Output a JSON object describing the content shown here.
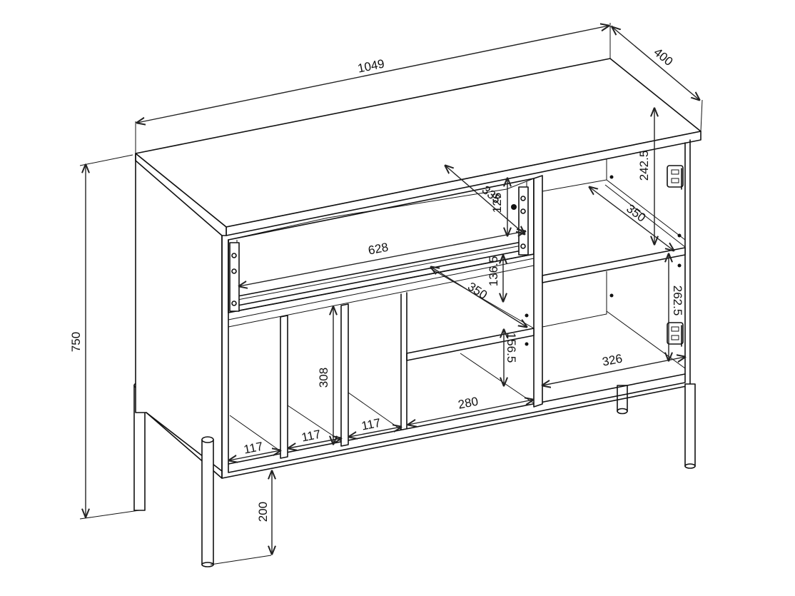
{
  "dimensions": {
    "width": "1049",
    "depth": "400",
    "height": "750",
    "leg_height": "200",
    "top_drawer_depth": "335",
    "top_drawer_height": "126",
    "drawer_width": "628",
    "shelf_height_1": "136.5",
    "middle_shelf_depth": "350",
    "middle_shelf_height": "156.5",
    "right_upper_height": "242.5",
    "right_shelf_depth": "350",
    "right_lower_height": "262.5",
    "right_bottom_width": "326",
    "compartment_height": "308",
    "compartment_1_width": "117",
    "compartment_2_width": "117",
    "compartment_3_width": "117",
    "compartment_4_width": "280"
  }
}
